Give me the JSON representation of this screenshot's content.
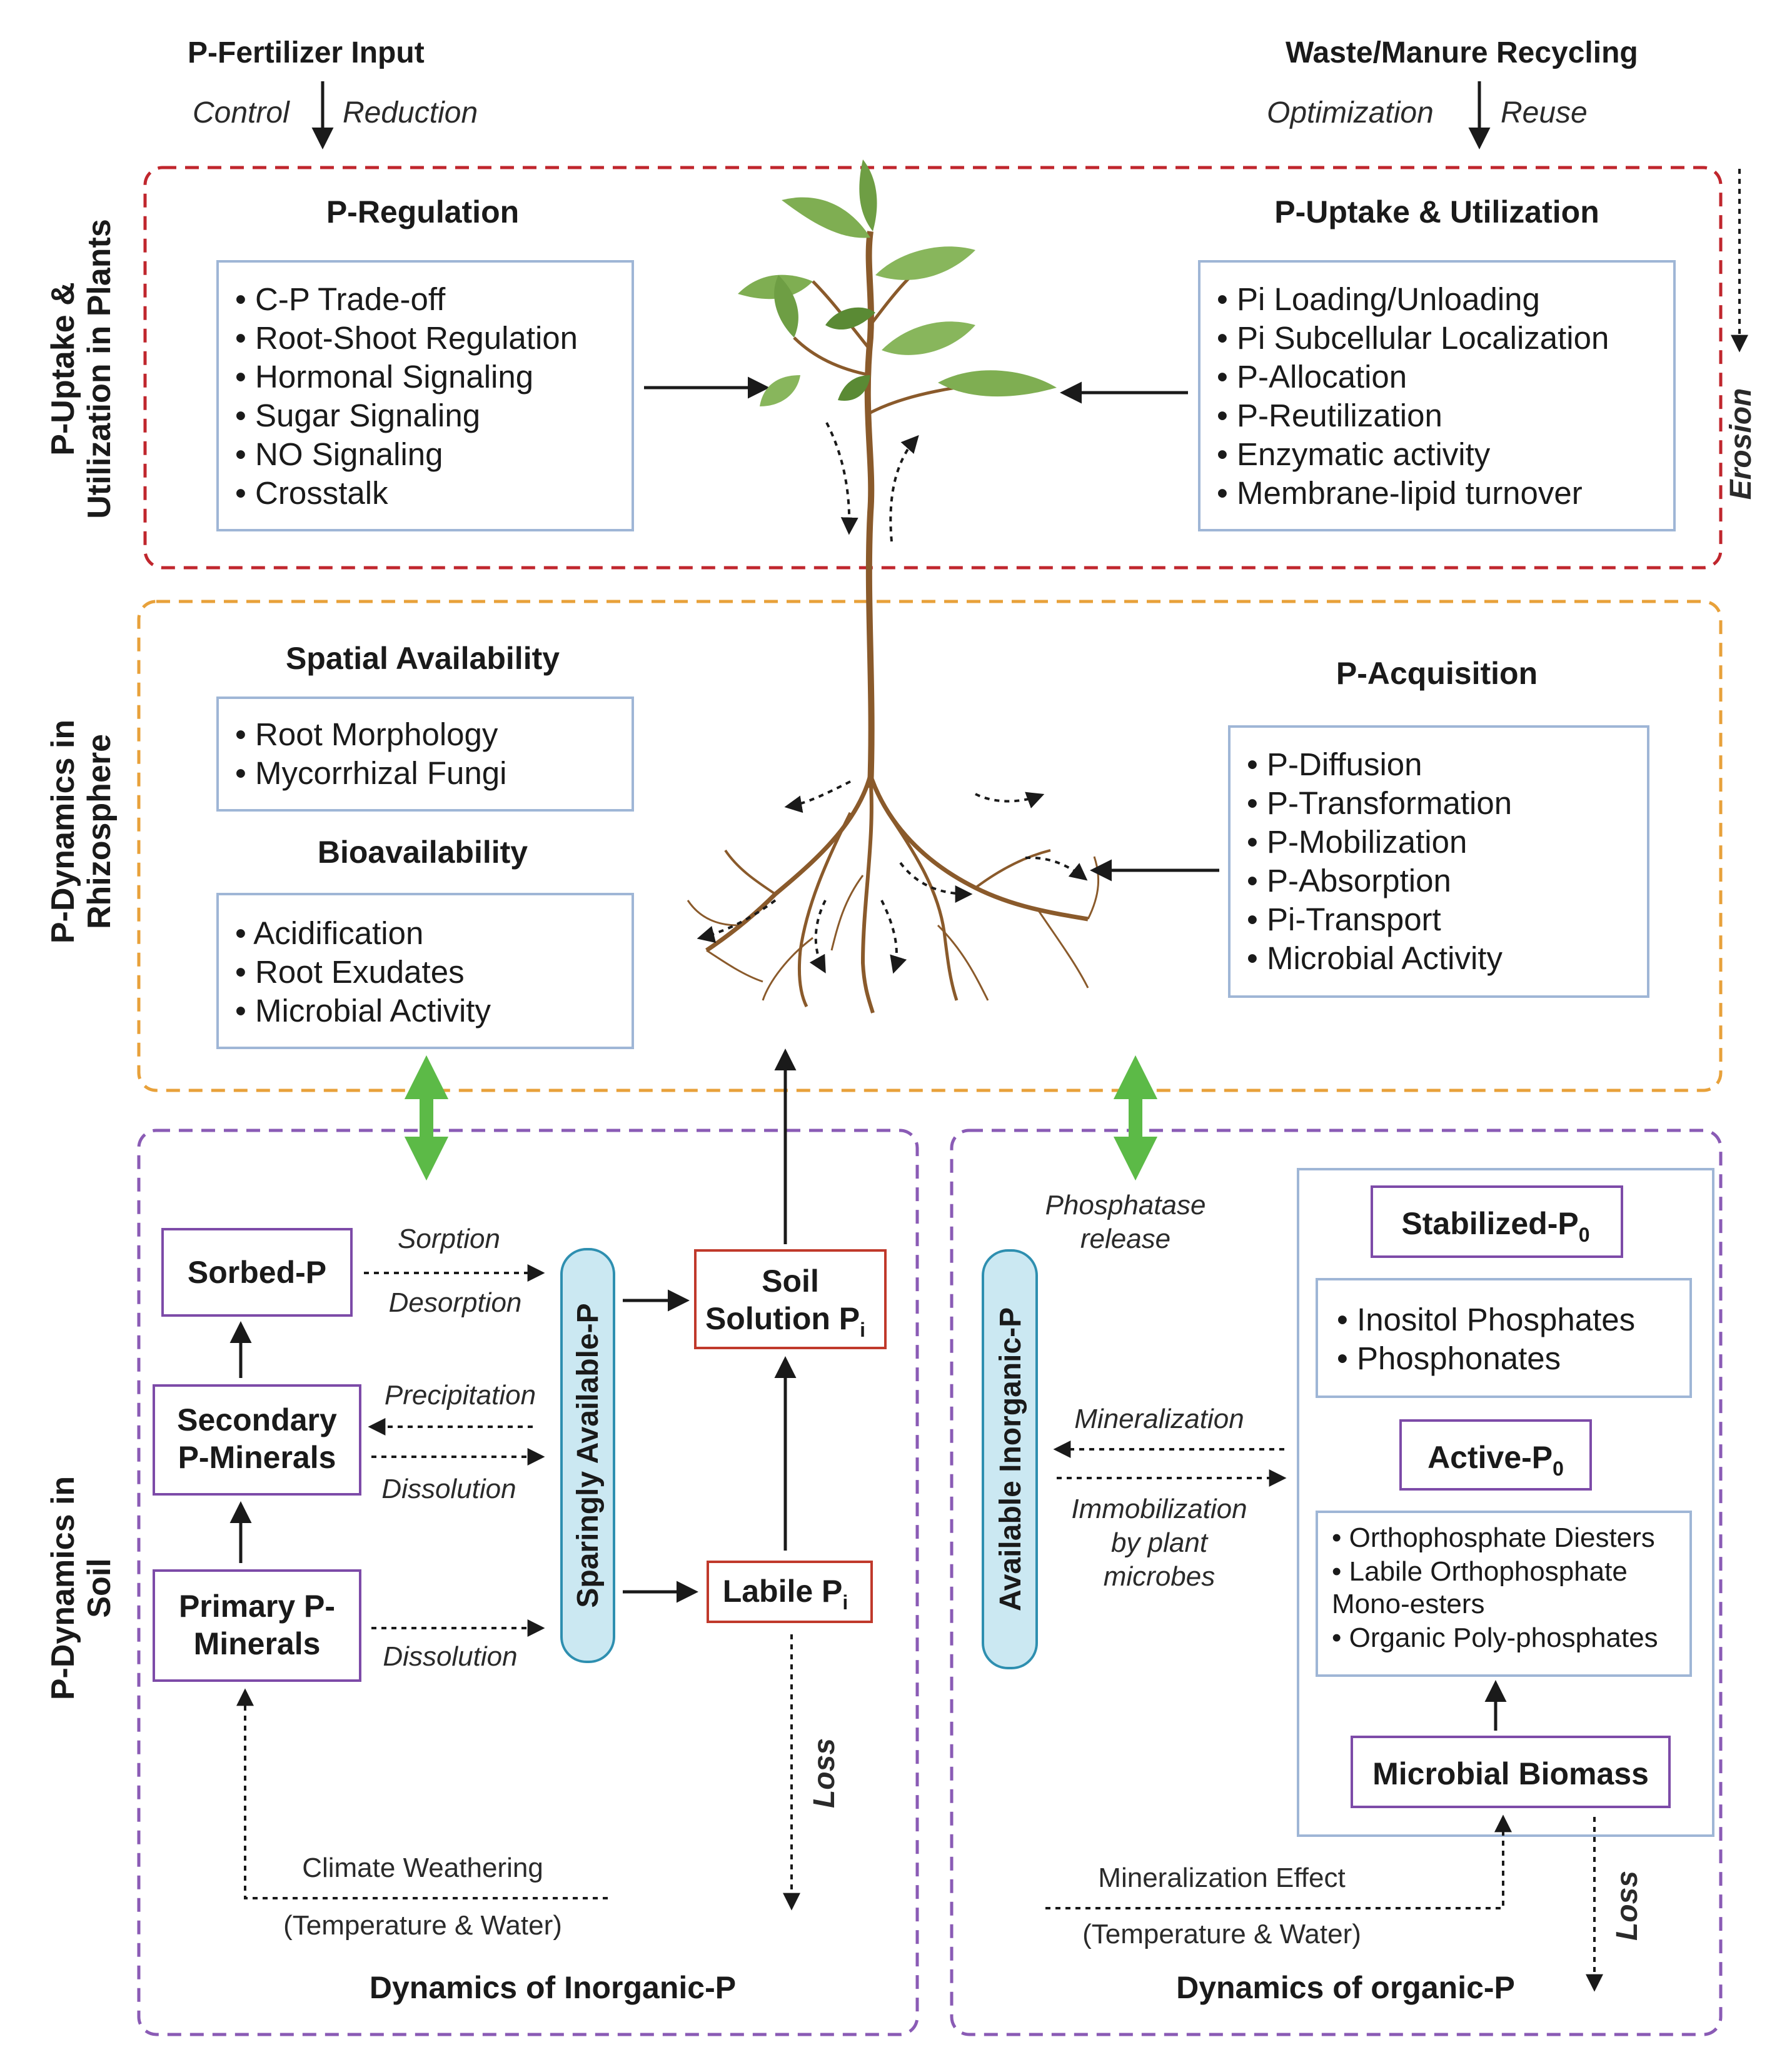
{
  "top_inputs": {
    "fertilizer": {
      "title": "P-Fertilizer Input",
      "left": "Control",
      "right": "Reduction"
    },
    "waste": {
      "title": "Waste/Manure Recycling",
      "left": "Optimization",
      "right": "Reuse"
    }
  },
  "erosion_label": "Erosion",
  "plants_section": {
    "side_label_1": "P-Uptake &",
    "side_label_2": "Utilization in Plants",
    "regulation": {
      "title": "P-Regulation",
      "items": [
        "• C-P Trade-off",
        "• Root-Shoot Regulation",
        "• Hormonal Signaling",
        "• Sugar Signaling",
        "• NO Signaling",
        "• Crosstalk"
      ]
    },
    "uptake": {
      "title": "P-Uptake & Utilization",
      "items": [
        "• Pi Loading/Unloading",
        "• Pi Subcellular Localization",
        "• P-Allocation",
        "• P-Reutilization",
        "• Enzymatic activity",
        "• Membrane-lipid turnover"
      ]
    }
  },
  "rhizosphere_section": {
    "side_label_1": "P-Dynamics in",
    "side_label_2": "Rhizosphere",
    "spatial": {
      "title": "Spatial Availability",
      "items": [
        "• Root Morphology",
        "• Mycorrhizal Fungi"
      ]
    },
    "bioavailability": {
      "title": "Bioavailability",
      "items": [
        "• Acidification",
        "• Root Exudates",
        "• Microbial Activity"
      ]
    },
    "acquisition": {
      "title": "P-Acquisition",
      "items": [
        "• P-Diffusion",
        "• P-Transformation",
        "• P-Mobilization",
        "• P-Absorption",
        "• Pi-Transport",
        "• Microbial Activity"
      ]
    }
  },
  "soil_section": {
    "side_label_1": "P-Dynamics in",
    "side_label_2": "Soil",
    "inorganic": {
      "footer": "Dynamics of Inorganic-P",
      "sorbed": "Sorbed-P",
      "secondary_1": "Secondary",
      "secondary_2": "P-Minerals",
      "primary_1": "Primary P-",
      "primary_2": "Minerals",
      "sparingly": "Sparingly Available-P",
      "soil_solution_1": "Soil",
      "soil_solution_2": "Solution P",
      "soil_solution_sub": "i",
      "labile": "Labile P",
      "labile_sub": "i",
      "sorption": "Sorption",
      "desorption": "Desorption",
      "precipitation": "Precipitation",
      "dissolution_1": "Dissolution",
      "dissolution_2": "Dissolution",
      "loss": "Loss",
      "climate_1": "Climate Weathering",
      "climate_2": "(Temperature & Water)"
    },
    "organic": {
      "footer": "Dynamics of organic-P",
      "phosphatase_1": "Phosphatase",
      "phosphatase_2": "release",
      "available": "Available Inorganic-P",
      "mineralization": "Mineralization",
      "immobilization_1": "Immobilization",
      "immobilization_2": "by plant",
      "immobilization_3": "microbes",
      "stabilized": "Stabilized-P",
      "stabilized_sub": "0",
      "stabilized_items": [
        "• Inositol Phosphates",
        "• Phosphonates"
      ],
      "active": "Active-P",
      "active_sub": "0",
      "active_items": [
        "• Orthophosphate Diesters",
        "• Labile Orthophosphate",
        "Mono-esters",
        "• Organic Poly-phosphates"
      ],
      "microbial": "Microbial Biomass",
      "loss": "Loss",
      "mineral_effect_1": "Mineralization Effect",
      "mineral_effect_2": "(Temperature & Water)"
    }
  },
  "colors": {
    "plants_border": "#c0262d",
    "rhizo_border": "#e8a13a",
    "soil_border": "#8a5bb5",
    "list_box_border": "#9fb6d6",
    "red_box": "#c0392b",
    "purple_box": "#7d4ba8",
    "pill_fill": "#cbe8f2",
    "pill_border": "#2e8fb0",
    "green_arrow": "#5cba47",
    "leaf": "#7fae52",
    "stem": "#8a5a2b"
  }
}
